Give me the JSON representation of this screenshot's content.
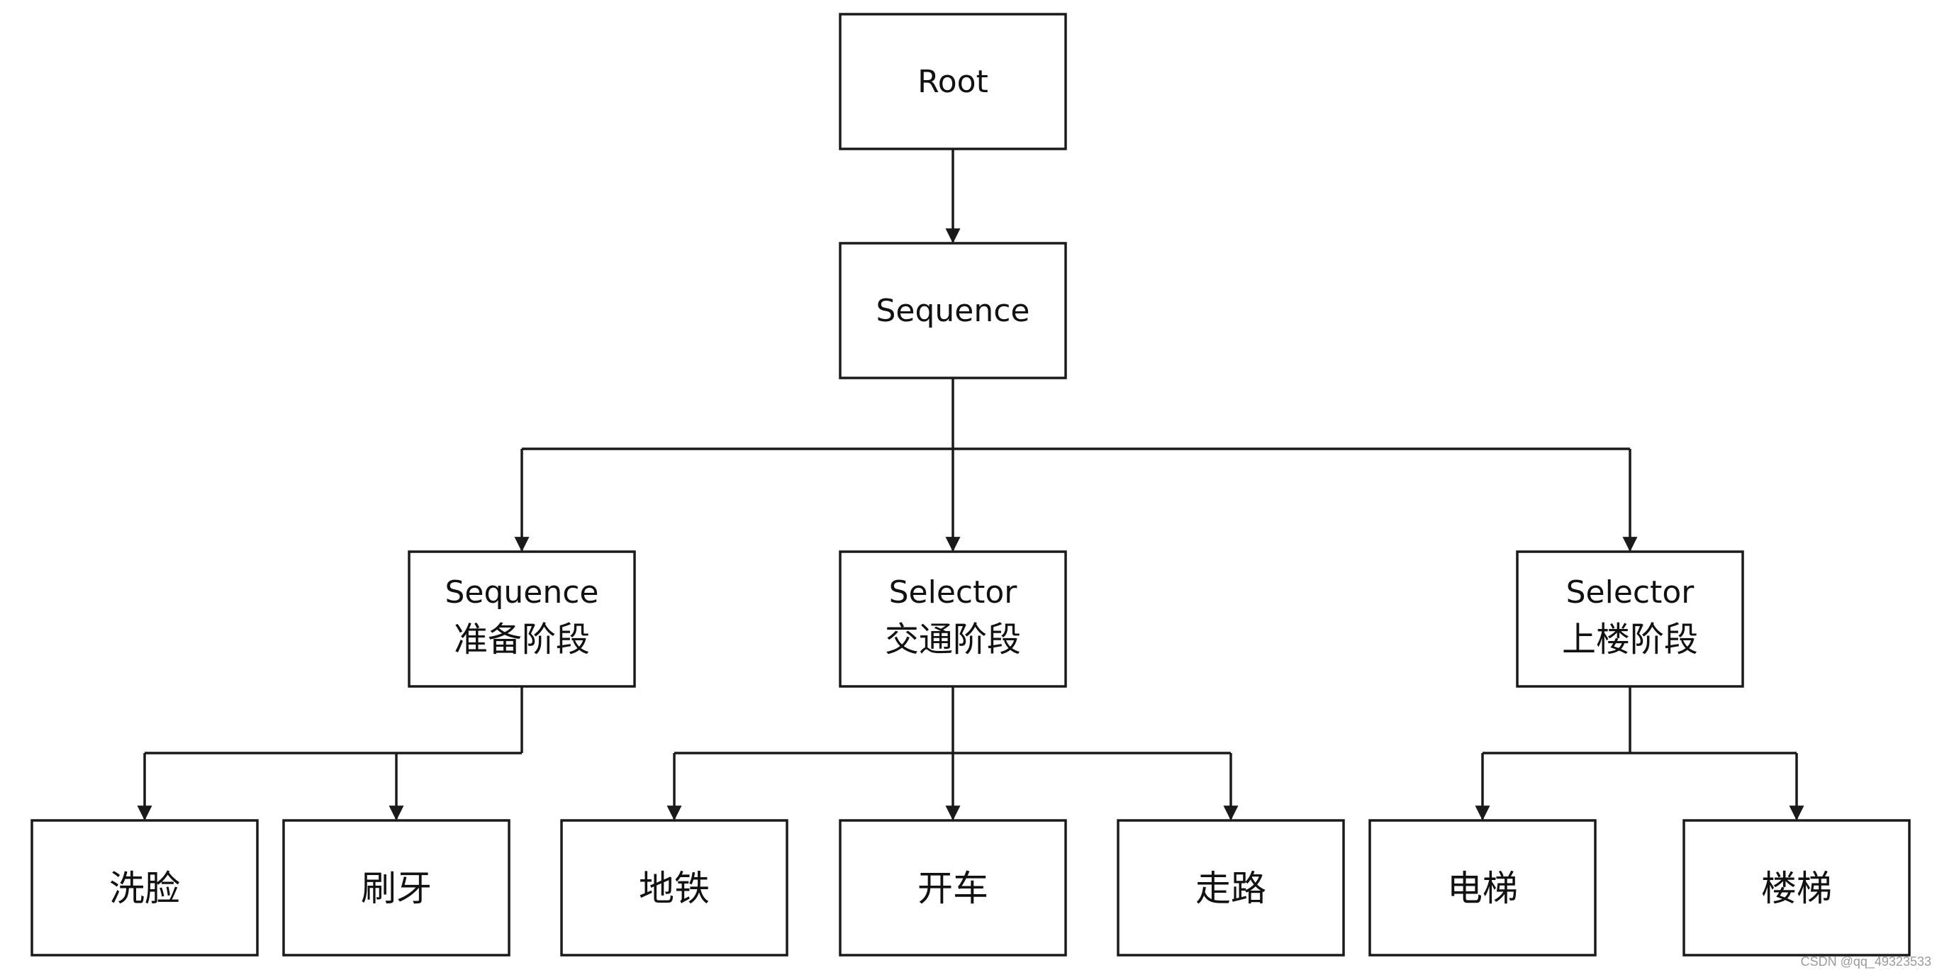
{
  "diagram": {
    "type": "tree",
    "nodes": [
      {
        "id": "root",
        "lines": [
          "Root"
        ]
      },
      {
        "id": "seq",
        "lines": [
          "Sequence"
        ]
      },
      {
        "id": "prep",
        "lines": [
          "Sequence",
          "准备阶段"
        ]
      },
      {
        "id": "traffic",
        "lines": [
          "Selector",
          "交通阶段"
        ]
      },
      {
        "id": "upstair",
        "lines": [
          "Selector",
          "上楼阶段"
        ]
      },
      {
        "id": "wash",
        "lines": [
          "洗脸"
        ]
      },
      {
        "id": "brush",
        "lines": [
          "刷牙"
        ]
      },
      {
        "id": "subway",
        "lines": [
          "地铁"
        ]
      },
      {
        "id": "drive",
        "lines": [
          "开车"
        ]
      },
      {
        "id": "walk",
        "lines": [
          "走路"
        ]
      },
      {
        "id": "elevator",
        "lines": [
          "电梯"
        ]
      },
      {
        "id": "stairs",
        "lines": [
          "楼梯"
        ]
      }
    ],
    "edges": [
      [
        "root",
        "seq"
      ],
      [
        "seq",
        "prep"
      ],
      [
        "seq",
        "traffic"
      ],
      [
        "seq",
        "upstair"
      ],
      [
        "prep",
        "wash"
      ],
      [
        "prep",
        "brush"
      ],
      [
        "traffic",
        "subway"
      ],
      [
        "traffic",
        "drive"
      ],
      [
        "traffic",
        "walk"
      ],
      [
        "upstair",
        "elevator"
      ],
      [
        "upstair",
        "stairs"
      ]
    ]
  },
  "watermark": "CSDN @qq_49323533",
  "colors": {
    "stroke": "#1a1a1a",
    "background": "#ffffff",
    "text": "#111111"
  }
}
